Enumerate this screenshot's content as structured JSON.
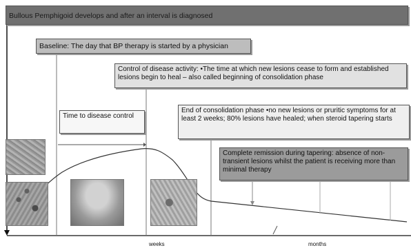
{
  "boxes": {
    "develops": "Bullous Pemphigoid develops and after an interval is diagnosed",
    "baseline": "Baseline: The day that BP therapy is started by a physician",
    "control": "Control of disease activity: •The time at which new lesions cease to form and established lesions begin to heal – also called beginning of consolidation phase",
    "time_to_control": "Time to disease control",
    "end_consolidation": "End of consolidation phase •no new lesions or pruritic symptoms for at least 2 weeks; 80% lesions have healed; when steroid tapering starts",
    "remission": "Complete remission during tapering: absence of non-transient lesions whilst the patient is receiving more than minimal therapy"
  },
  "axis": {
    "weeks": "weeks",
    "months": "months"
  }
}
